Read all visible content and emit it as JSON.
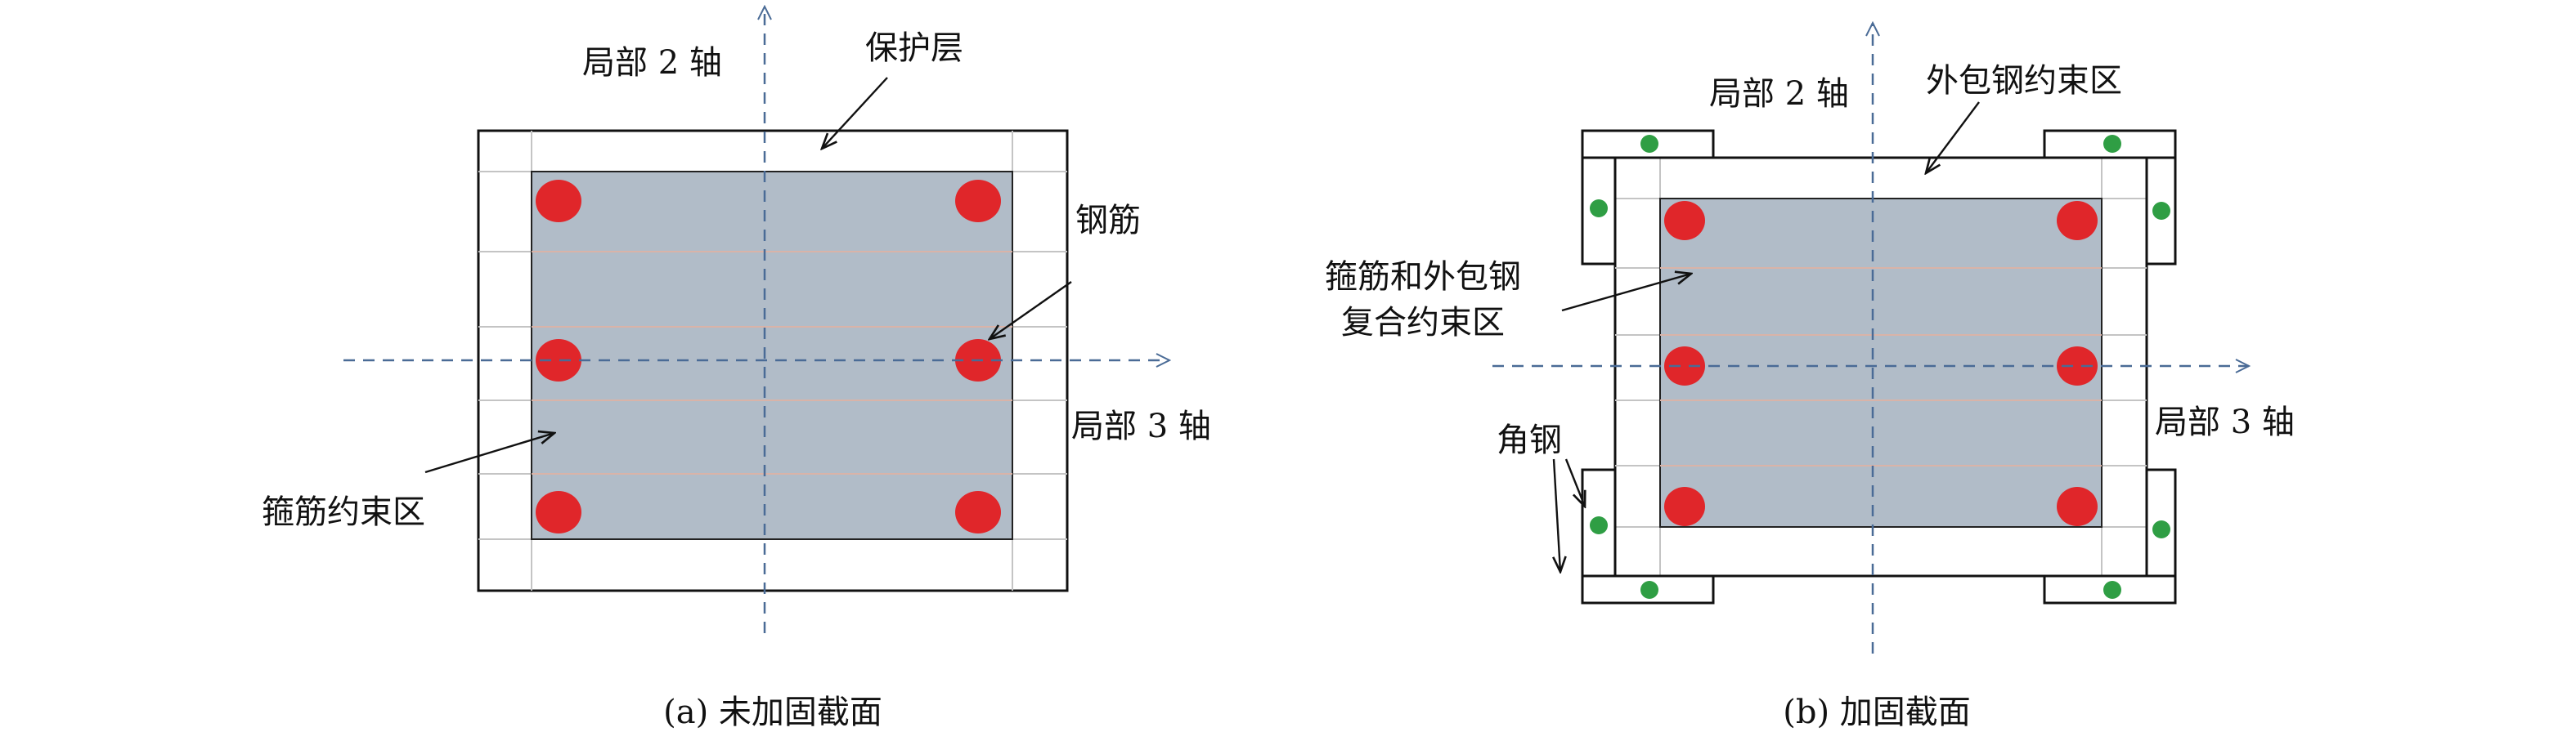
{
  "colors": {
    "concrete": "#b1bcc8",
    "rebar": "#e0262a",
    "bolt": "#2f9e44",
    "axis": "#4a6b96",
    "outline": "#111111",
    "grid": "#c4c4c4",
    "rebar_rows": "#d9b3a8"
  },
  "panel_a": {
    "caption": "(a) 未加固截面",
    "axis2_label": "局部 2 轴",
    "axis3_label": "局部 3 轴",
    "cover_label": "保护层",
    "rebar_label": "钢筋",
    "stirrup_zone_label": "箍筋约束区"
  },
  "panel_b": {
    "caption": "(b) 加固截面",
    "axis2_label": "局部 2 轴",
    "axis3_label": "局部 3 轴",
    "steel_zone_label": "外包钢约束区",
    "composite_zone_label_1": "箍筋和外包钢",
    "composite_zone_label_2": "复合约束区",
    "angle_label": "角钢"
  }
}
